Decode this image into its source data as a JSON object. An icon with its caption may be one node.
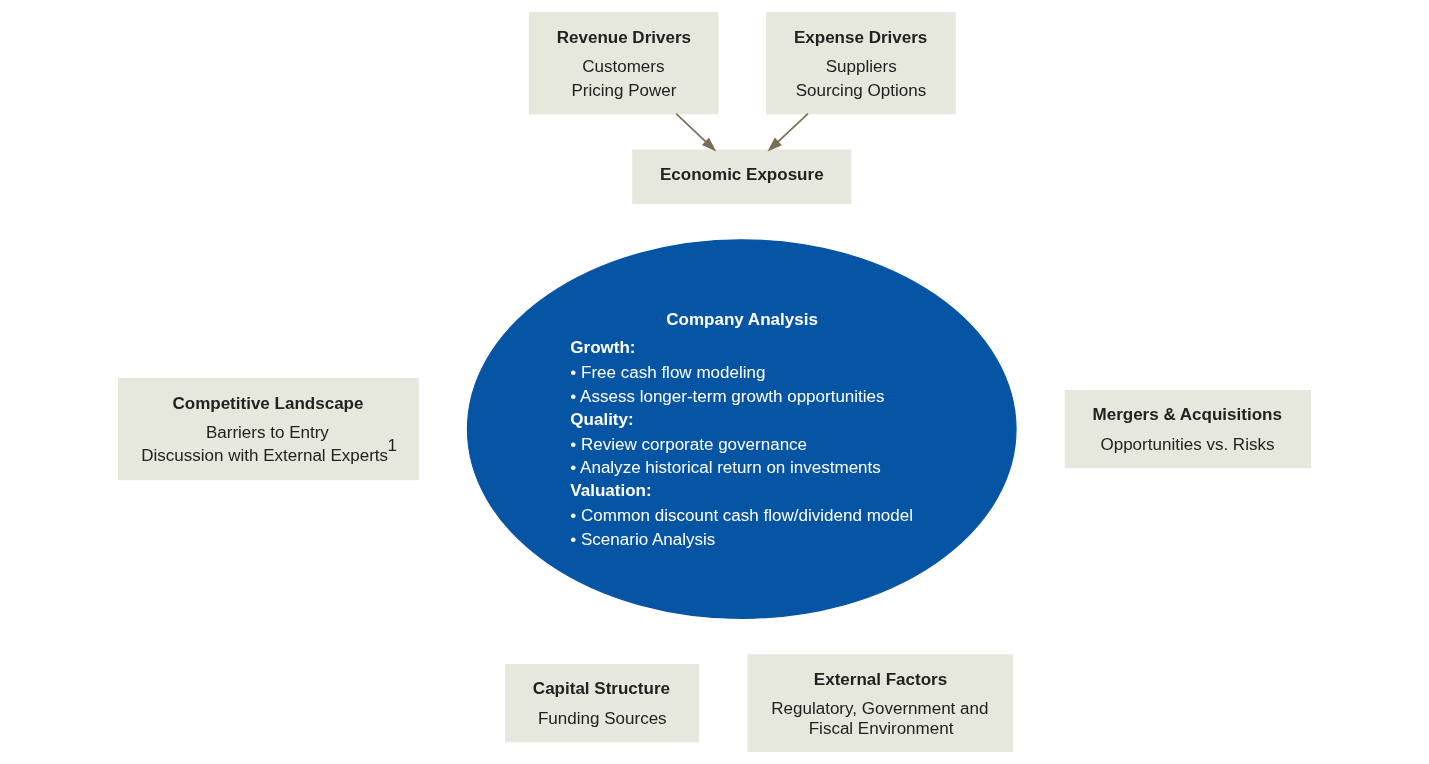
{
  "diagram": {
    "nodes": [
      {
        "text": [
          "Economic Exposure"
        ]
      },
      {
        "text": [
          "Revenue Drivers",
          "Customers",
          "Pricing Power"
        ]
      },
      {
        "text": [
          "Expense Drivers",
          "Suppliers",
          "Sourcing Options"
        ]
      },
      {
        "text": [
          "Company Analysis",
          "Growth:",
          "• Free cash flow modeling",
          "• Assess longer-term growth opportunities",
          "Quality:",
          "• Review corporate governance",
          "• Analyze historical return on investments",
          "Valuation:",
          "• Common discount cash flow/dividend model",
          "• Scenario Analysis"
        ]
      },
      {
        "text": [
          "Competitive Landscape",
          "Barriers to Entry",
          "Discussion with External Experts$^{1}$"
        ]
      },
      {
        "text": [
          "Mergers & Acquisitions",
          "Opportunities vs. Risks"
        ]
      },
      {
        "text": [
          "Capital Structure",
          "Funding Sources"
        ]
      },
      {
        "text": [
          "External Factors",
          "Regulatory, Government and Fiscal Environment"
        ]
      }
    ],
    "edges": [
      {
        "from": 1,
        "to": 0,
        "arrow": "to",
        "color": "#7a6e55"
      },
      {
        "from": 2,
        "to": 0,
        "arrow": "to",
        "color": "#7a6e55"
      }
    ]
  }
}
